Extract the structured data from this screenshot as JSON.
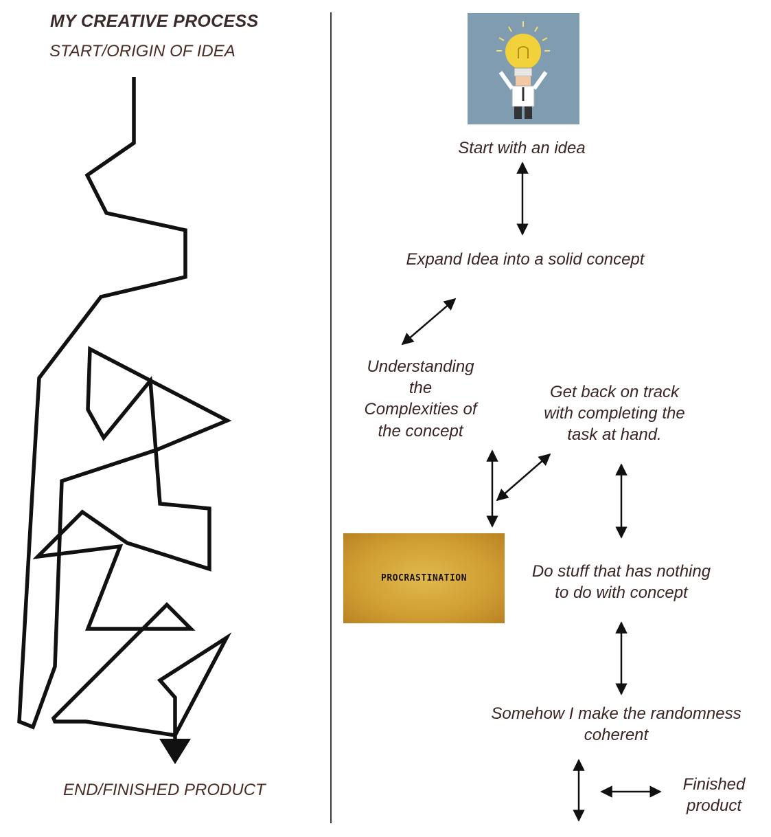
{
  "left": {
    "title": "MY CREATIVE PROCESS",
    "start_label": "START/ORIGIN OF IDEA",
    "end_label": "END/FINISHED PRODUCT"
  },
  "right": {
    "nodes": {
      "start": "Start with an idea",
      "expand": "Expand Idea into a solid concept",
      "understand": [
        "Understanding",
        "the",
        "Complexities of",
        "the concept"
      ],
      "back_on_track": [
        "Get back on track",
        "with completing the",
        "task at hand."
      ],
      "do_stuff": [
        "Do stuff that has nothing",
        "to do with concept"
      ],
      "somehow": [
        "Somehow I make the randomness",
        "coherent"
      ],
      "finished": [
        "Finished",
        "product"
      ]
    },
    "procrastination_image_text": "PROCRASTINATION"
  },
  "colors": {
    "text": "#3a2524",
    "line": "#111111",
    "bulb_bg": "#7f9cb1",
    "bulb": "#f2d23a",
    "proc_bg": "#d4a53a"
  }
}
